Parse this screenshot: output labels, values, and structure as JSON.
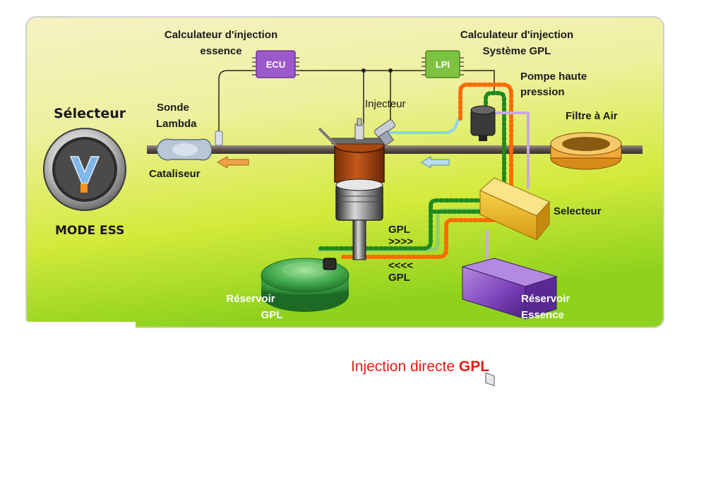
{
  "labels": {
    "ecu_title_1": "Calculateur d'injection",
    "ecu_title_2": "essence",
    "lpi_title_1": "Calculateur d'injection",
    "lpi_title_2": "Système GPL",
    "ecu_chip": "ECU",
    "lpi_chip": "LPI",
    "pump_1": "Pompe haute",
    "pump_2": "pression",
    "injector": "Injecteur",
    "air_filter": "Filtre à Air",
    "selector_left": "Sélecteur",
    "mode": "MODE ESS",
    "lambda_1": "Sonde",
    "lambda_2": "Lambda",
    "catalyst": "Cataliseur",
    "selector_right": "Selecteur",
    "gpl_out_1": "GPL",
    "gpl_out_2": ">>>>",
    "gpl_in_1": "<<<<",
    "gpl_in_2": "GPL",
    "tank_gpl_1": "Réservoir",
    "tank_gpl_2": "GPL",
    "tank_ess_1": "Réservoir",
    "tank_ess_2": "Essence"
  },
  "caption": {
    "text": "Injection directe ",
    "bold": "GPL"
  },
  "colors": {
    "caption": "#e41b17",
    "orange_line": "#ff6a00",
    "green_line": "#1f8a1f",
    "chip_purple": "#9b59c9",
    "chip_green": "#7ec242"
  }
}
